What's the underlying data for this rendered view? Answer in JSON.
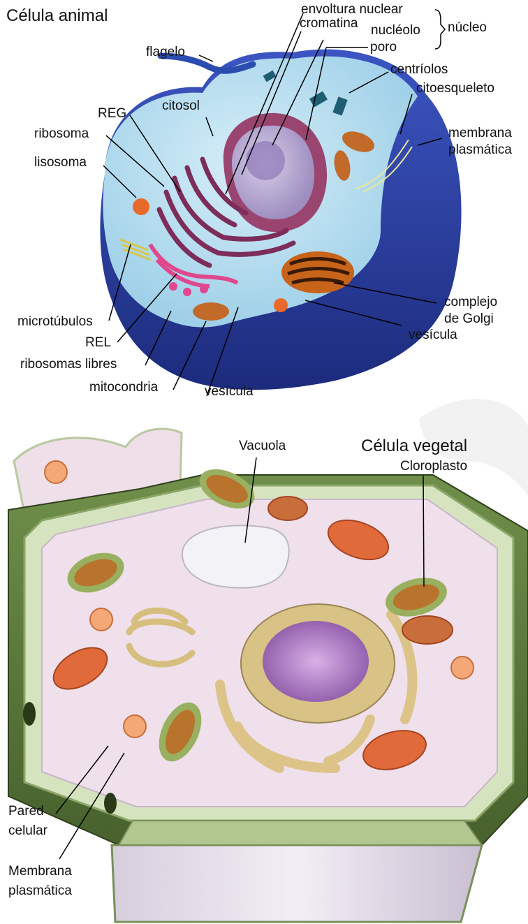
{
  "animal": {
    "title": "Célula animal",
    "labels": {
      "envoltura_nuclear": "envoltura nuclear",
      "cromatina": "cromatina",
      "nucleolo": "nucléolo",
      "poro": "poro",
      "nucleo": "núcleo",
      "flagelo": "flagelo",
      "centriolos": "centríolos",
      "citoesqueleto": "citoesqueleto",
      "citosol": "citosol",
      "reg": "REG",
      "ribosoma": "ribosoma",
      "lisosoma": "lisosoma",
      "membrana_line1": "membrana",
      "membrana_line2": "plasmática",
      "microtubulos": "microtúbulos",
      "rel": "REL",
      "ribosomas_libres": "ribosomas libres",
      "mitocondria": "mitocondria",
      "vesicula_bottom": "vesícula",
      "complejo_line1": "complejo",
      "complejo_line2": "de Golgi",
      "vesicula_right": "vesícula"
    }
  },
  "vegetal": {
    "title": "Célula vegetal",
    "labels": {
      "vacuola": "Vacuola",
      "cloroplasto": "Cloroplasto",
      "pared_line1": "Pared",
      "pared_line2": "celular",
      "membrana_line1": "Membrana",
      "membrana_line2": "plasmática"
    }
  },
  "colors": {
    "cell_blue": "#2a3d9a",
    "cytosol": "#b9dff0",
    "nucleus": "#a24d73",
    "golgi": "#7a3a0c",
    "wall_green": "#5c7a3c",
    "plant_cytoplasm": "#eeddee",
    "vacuole": "#e8edf1"
  }
}
